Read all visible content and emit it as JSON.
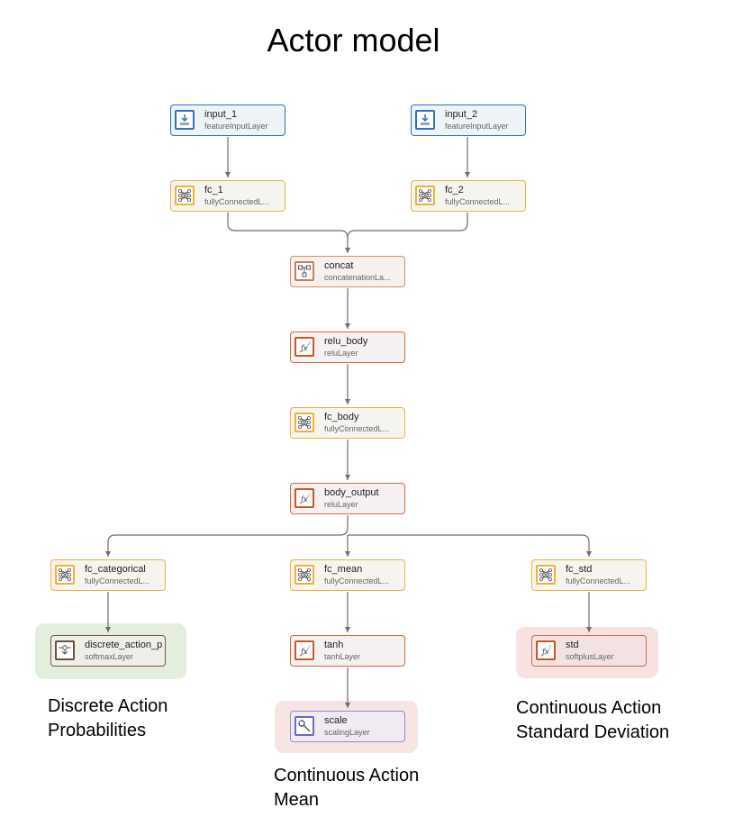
{
  "title": "Actor model",
  "nodes": {
    "input_1": {
      "name": "input_1",
      "type": "featureInputLayer"
    },
    "input_2": {
      "name": "input_2",
      "type": "featureInputLayer"
    },
    "fc_1": {
      "name": "fc_1",
      "type": "fullyConnectedL..."
    },
    "fc_2": {
      "name": "fc_2",
      "type": "fullyConnectedL..."
    },
    "concat": {
      "name": "concat",
      "type": "concatenationLa..."
    },
    "relu_body": {
      "name": "relu_body",
      "type": "reluLayer"
    },
    "fc_body": {
      "name": "fc_body",
      "type": "fullyConnectedL..."
    },
    "body_output": {
      "name": "body_output",
      "type": "reluLayer"
    },
    "fc_categorical": {
      "name": "fc_categorical",
      "type": "fullyConnectedL..."
    },
    "fc_mean": {
      "name": "fc_mean",
      "type": "fullyConnectedL..."
    },
    "fc_std": {
      "name": "fc_std",
      "type": "fullyConnectedL..."
    },
    "discrete_action_p": {
      "name": "discrete_action_p",
      "type": "softmaxLayer"
    },
    "tanh": {
      "name": "tanh",
      "type": "tanhLayer"
    },
    "std": {
      "name": "std",
      "type": "softplusLayer"
    },
    "scale": {
      "name": "scale",
      "type": "scalingLayer"
    }
  },
  "annotations": {
    "discrete": [
      "Discrete Action",
      "Probabilities"
    ],
    "std": [
      "Continuous Action",
      "Standard Deviation"
    ],
    "mean": [
      "Continuous Action",
      "Mean"
    ]
  },
  "colors": {
    "input": "#2E74B5",
    "fullyConnected": "#E9B53B",
    "activation": "#C8572A",
    "concatenation": "#C97E59",
    "softmax": "#6F4F3D",
    "scaling": "#6C67CB",
    "highlight_discrete": "#E3EEDC",
    "highlight_mean": "#F6E5E2",
    "highlight_std": "#F8E1E0",
    "edge": "#6E6E6E"
  }
}
